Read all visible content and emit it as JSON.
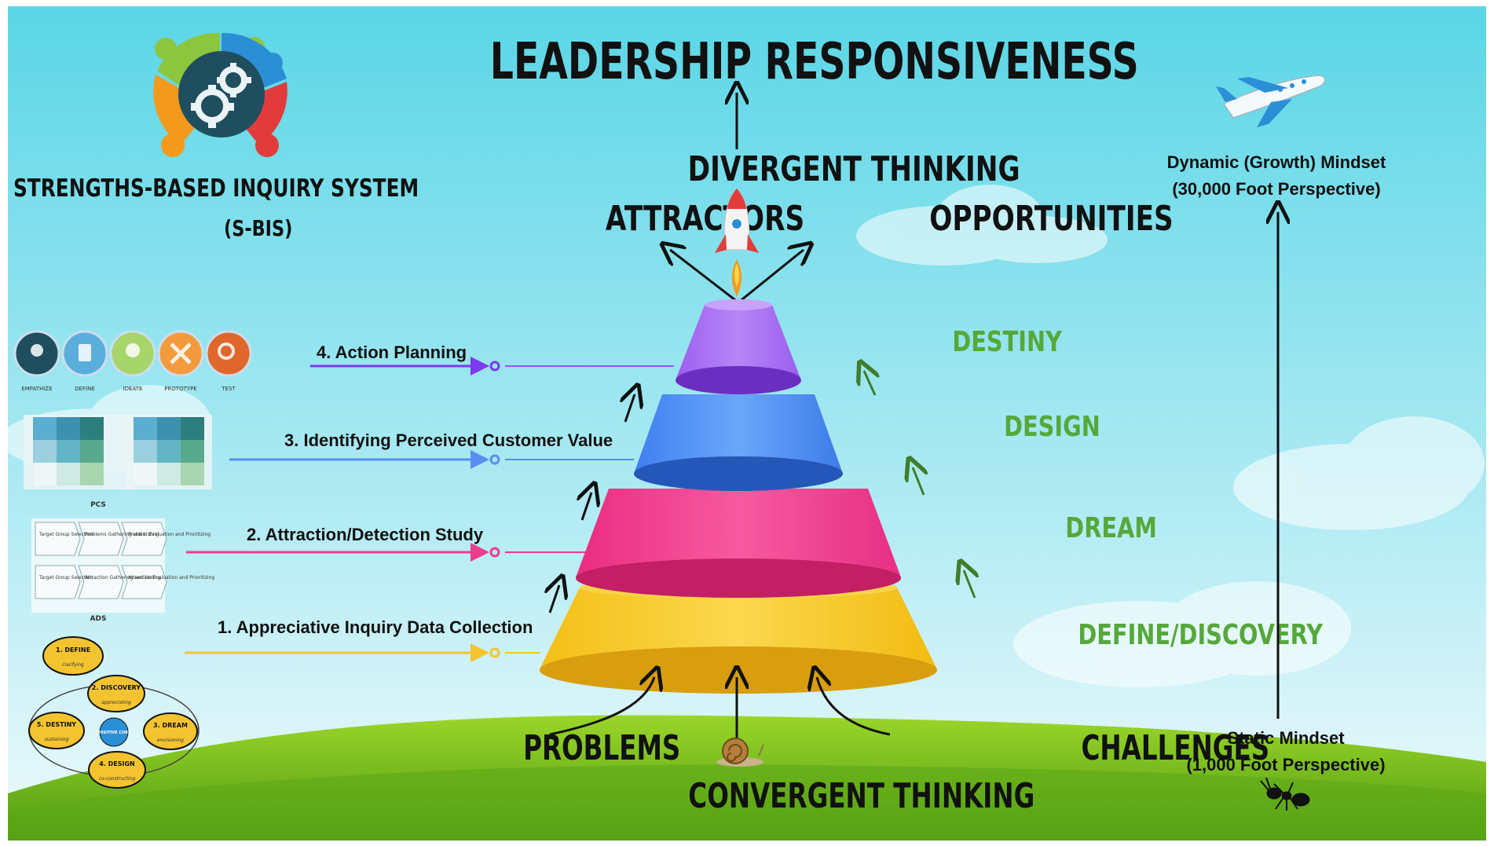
{
  "logo": {
    "title": "STRENGTHS-BASED INQUIRY SYSTEM",
    "acronym": "(S-BIS)"
  },
  "header": {
    "title": "LEADERSHIP RESPONSIVENESS",
    "divergent": "DIVERGENT THINKING",
    "attractors": "ATTRACTORS",
    "opportunities": "OPPORTUNITIES"
  },
  "bottom": {
    "problems": "PROBLEMS",
    "challenges": "CHALLENGES",
    "convergent": "CONVERGENT THINKING"
  },
  "phases": [
    {
      "label": "DESTINY",
      "color": "#56a83a"
    },
    {
      "label": "DESIGN",
      "color": "#56a83a"
    },
    {
      "label": "DREAM",
      "color": "#56a83a"
    },
    {
      "label": "DEFINE/DISCOVERY",
      "color": "#56a83a"
    }
  ],
  "steps": [
    {
      "label": "4.  Action Planning",
      "color": "#7c3aed"
    },
    {
      "label": "3.  Identifying Perceived Customer Value",
      "color": "#5b8def"
    },
    {
      "label": "2.  Attraction/Detection Study",
      "color": "#ec3d8c"
    },
    {
      "label": "1.   Appreciative Inquiry Data Collection",
      "color": "#f4c430"
    }
  ],
  "mindset": {
    "dynamic_line1": "Dynamic (Growth) Mindset",
    "dynamic_line2": "(30,000 Foot Perspective)",
    "static_line1": "Static Mindset",
    "static_line2": "(1,000 Foot Perspective)"
  },
  "thumbnails": {
    "design_thinking": [
      "EMPATHIZE",
      "DEFINE",
      "IDEATE",
      "PROTOTYPE",
      "TEST"
    ],
    "pcs_label": "PCS",
    "ads_label": "ADS",
    "ads_row1": [
      "Target Group Selection",
      "Problems Gathering and Listing",
      "Problem Evaluation and Prioritizing"
    ],
    "ads_row2": [
      "Target Group Selection",
      "Attraction Gathering and Listing",
      "Attraction Evaluation and Prioritizing"
    ],
    "cycle": {
      "define": "1. DEFINE",
      "discovery": "2. DISCOVERY",
      "dream": "3. DREAM",
      "design": "4. DESIGN",
      "destiny": "5. DESTINY",
      "center": "POSITIVE CORE",
      "define_sub": "clarifying",
      "discovery_sub": "appreciating",
      "dream_sub": "envisioning",
      "design_sub": "co-constructing",
      "destiny_sub": "sustaining"
    }
  },
  "colors": {
    "sky_top": "#5fd8e8",
    "sky_bottom": "#dff6fb",
    "grass": "#7cc21f",
    "tier_destiny": "#a66cf0",
    "tier_design": "#4f8ff5",
    "tier_dream": "#f03c8f",
    "tier_define": "#f7c72b",
    "logo_green": "#8cc63f",
    "logo_blue": "#2b8fd6",
    "logo_orange": "#f39a1d",
    "logo_red": "#e23b3b",
    "logo_core": "#1f4e5f"
  },
  "icons": [
    "logo-gears-icon",
    "rocket-icon",
    "airplane-icon",
    "snail-icon",
    "ant-icon"
  ]
}
